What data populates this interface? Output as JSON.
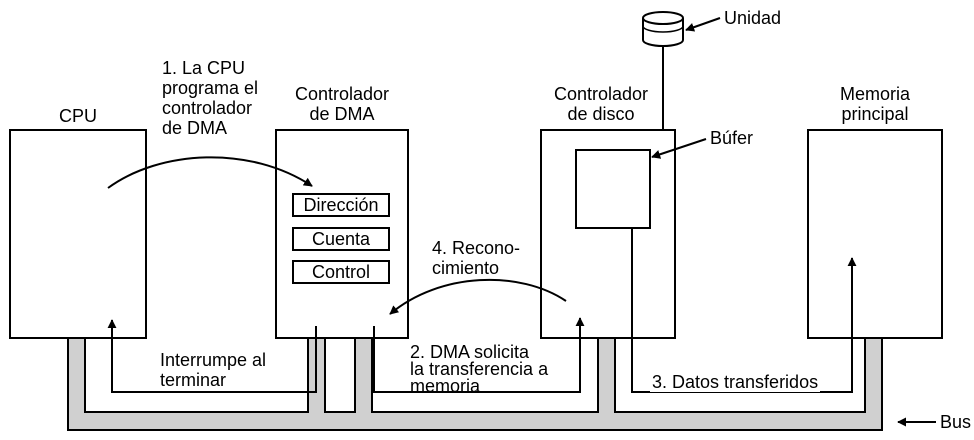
{
  "colors": {
    "bus_fill": "#d0d0d0",
    "stroke": "#000000",
    "background": "#ffffff"
  },
  "components": {
    "cpu": "CPU",
    "dma_line1": "Controlador",
    "dma_line2": "de DMA",
    "disk_line1": "Controlador",
    "disk_line2": "de disco",
    "memory_line1": "Memoria",
    "memory_line2": "principal",
    "drive": "Unidad",
    "buffer": "Búfer",
    "bus": "Bus"
  },
  "registers": [
    "Dirección",
    "Cuenta",
    "Control"
  ],
  "steps": {
    "step1": [
      "1. La CPU",
      "programa el",
      "controlador",
      "de DMA"
    ],
    "step2": [
      "2. DMA solicita",
      "la transferencia a",
      "memoria"
    ],
    "step3": "3. Datos transferidos",
    "step4": [
      "4. Recono-",
      "cimiento"
    ],
    "interrupt": [
      "Interrumpe al",
      "terminar"
    ]
  },
  "icons": {
    "drive": "disk-cylinder-icon"
  }
}
